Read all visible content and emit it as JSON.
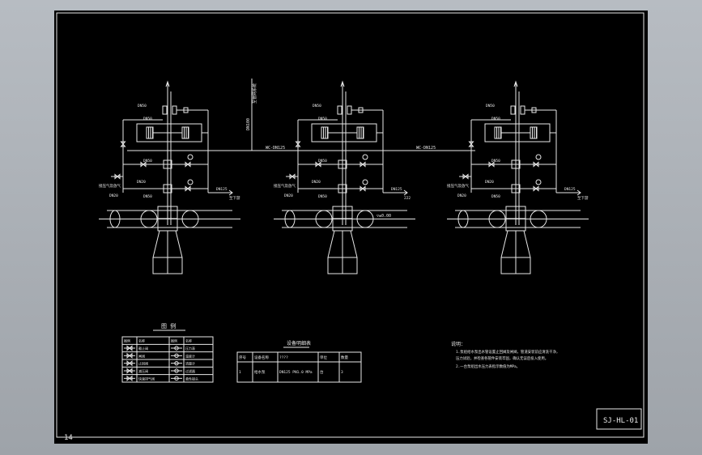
{
  "drawing": {
    "drawing_number": "SJ-HL-01",
    "page_number": "14"
  },
  "units": [
    {
      "supply_top": "DN50",
      "header": "DN50",
      "mid": "DN50",
      "pressure_gauge": "DN20",
      "low": "DN50",
      "drain": "DN125",
      "drain_note": "至下游",
      "air_label": "接压气及放气",
      "steam": "DN20"
    },
    {
      "supply_top": "DN50",
      "header": "DN50",
      "mid": "DN50",
      "pressure_gauge": "DN20",
      "low": "DN50",
      "drain": "DN125",
      "drain_note": "222",
      "air_label": "接压气及放气",
      "steam": "DN20"
    },
    {
      "supply_top": "DN50",
      "header": "DN50",
      "mid": "DN50",
      "pressure_gauge": "DN20",
      "low": "DN50",
      "drain": "DN125",
      "drain_note": "至下游",
      "air_label": "接压气及放气",
      "steam": "DN20"
    }
  ],
  "connectors": {
    "label_1": "WC-DN125",
    "label_2": "WC-DN125",
    "riser_label": "DN100",
    "riser_top": "至管网系统",
    "elevation": "▽±0.00"
  },
  "legend": {
    "title": "图  例",
    "headers": [
      "图例",
      "名称",
      "图例",
      "名称"
    ],
    "rows": [
      [
        "",
        "截止阀",
        "",
        "压力表"
      ],
      [
        "",
        "闸阀",
        "",
        "温度计"
      ],
      [
        "",
        "止回阀",
        "",
        "流量计"
      ],
      [
        "",
        "减压阀",
        "",
        "过滤器"
      ],
      [
        "",
        "快速排气阀",
        "",
        "柔性接头"
      ]
    ]
  },
  "equipment": {
    "title": "设备明细表",
    "headers": [
      "序号",
      "设备名称",
      "????",
      "单位",
      "数量"
    ],
    "rows": [
      [
        "1",
        "给水泵",
        "DN125  PN1.0 MPa",
        "台",
        "3"
      ]
    ]
  },
  "notes": {
    "title": "说明：",
    "items": [
      "1.泵组给水泵出水管设置止回阀及闸阀，管道安装前应清洗干净，",
      "  压力试验，并检查各管件安装牢固，确认无误后投入使用。",
      "2.一台泵组出水压力表指示数值为MPa。"
    ]
  }
}
